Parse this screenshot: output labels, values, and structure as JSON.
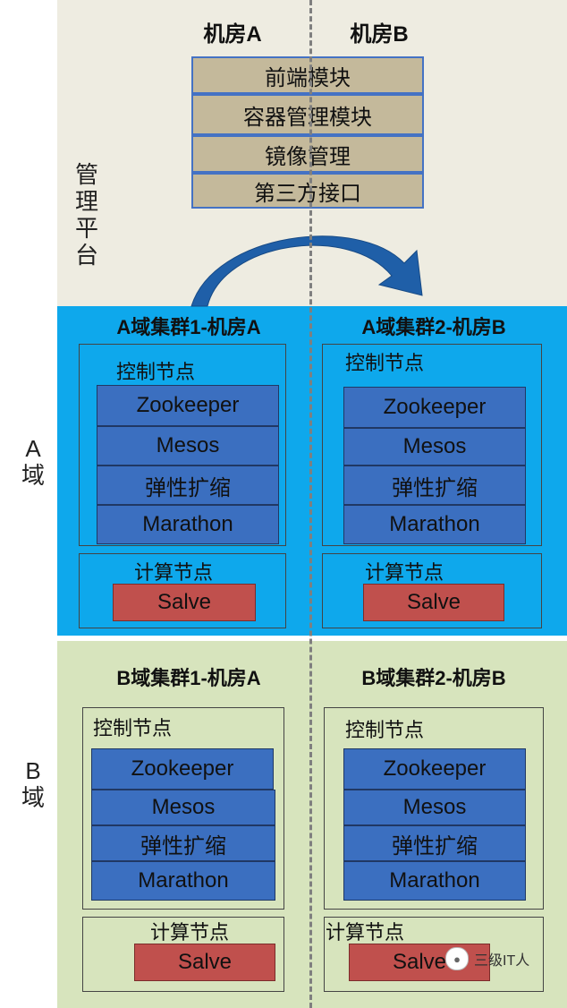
{
  "header": {
    "room_a": "机房A",
    "room_b": "机房B"
  },
  "management": {
    "label": "管理平台",
    "modules": [
      "前端模块",
      "容器管理模块",
      "镜像管理",
      "第三方接口"
    ]
  },
  "domain_a": {
    "label": "A域",
    "clusters": [
      {
        "title": "A域集群1-机房A",
        "control_title": "控制节点",
        "components": [
          "Zookeeper",
          "Mesos",
          "弹性扩缩",
          "Marathon"
        ],
        "compute_title": "计算节点",
        "worker": "Salve"
      },
      {
        "title": "A域集群2-机房B",
        "control_title": "控制节点",
        "components": [
          "Zookeeper",
          "Mesos",
          "弹性扩缩",
          "Marathon"
        ],
        "compute_title": "计算节点",
        "worker": "Salve"
      }
    ]
  },
  "domain_b": {
    "label": "B域",
    "clusters": [
      {
        "title": "B域集群1-机房A",
        "control_title": "控制节点",
        "components": [
          "Zookeeper",
          "Mesos",
          "弹性扩缩",
          "Marathon"
        ],
        "compute_title": "计算节点",
        "worker": "Salve"
      },
      {
        "title": "B域集群2-机房B",
        "control_title": "控制节点",
        "components": [
          "Zookeeper",
          "Mesos",
          "弹性扩缩",
          "Marathon"
        ],
        "compute_title": "计算节点",
        "worker": "Salve"
      }
    ]
  },
  "watermark": {
    "text": "三级IT人"
  },
  "colors": {
    "management_bg": "#eeece1",
    "domain_a_bg": "#0ea8ec",
    "domain_b_bg": "#d7e4bd",
    "module_fill": "#c4b99b",
    "component_fill": "#3b6fc0",
    "worker_fill": "#c0504d",
    "arrow": "#1f5fa8"
  }
}
